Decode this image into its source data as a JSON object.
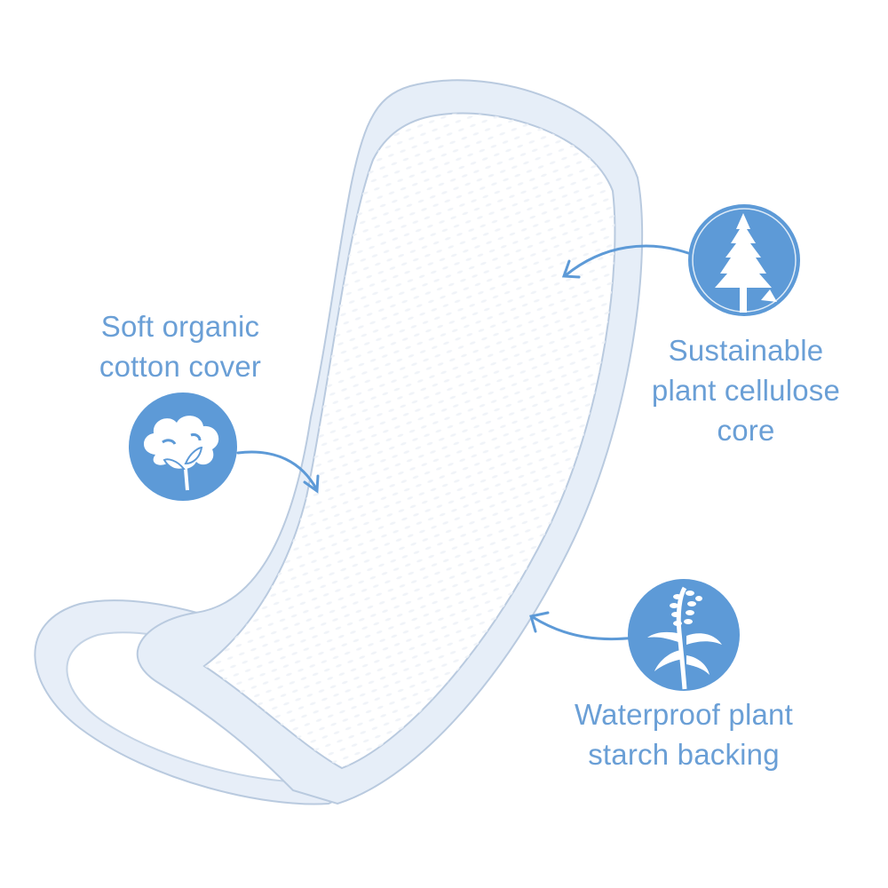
{
  "colors": {
    "accent": "#5d9ad7",
    "label_text": "#6a9fd6",
    "pad_edge": "#e6eef8",
    "pad_outline": "#b9cadf",
    "pad_core": "#ffffff",
    "background": "#ffffff"
  },
  "callouts": [
    {
      "id": "cotton-cover",
      "icon": "cotton-boll-icon",
      "lines": [
        "Soft organic",
        "cotton cover"
      ]
    },
    {
      "id": "cellulose-core",
      "icon": "pine-tree-icon",
      "lines": [
        "Sustainable",
        "plant cellulose",
        "core"
      ]
    },
    {
      "id": "starch-backing",
      "icon": "corn-plant-icon",
      "lines": [
        "Waterproof plant",
        "starch backing"
      ]
    }
  ]
}
